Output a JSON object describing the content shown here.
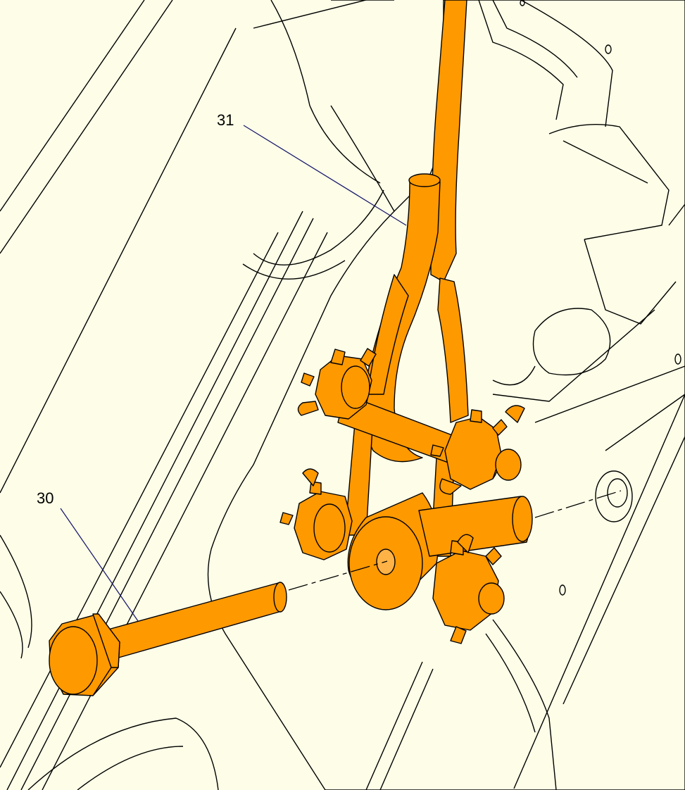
{
  "figure": {
    "callouts": [
      {
        "id": "31",
        "label": "31"
      },
      {
        "id": "30",
        "label": "30"
      }
    ]
  },
  "colors": {
    "panel_yellow": "#fefee8",
    "panel_cyan": "#ccffff",
    "parts_orange": "#ff9900",
    "leader_line": "#1a1a6e",
    "edges": "#000000"
  }
}
